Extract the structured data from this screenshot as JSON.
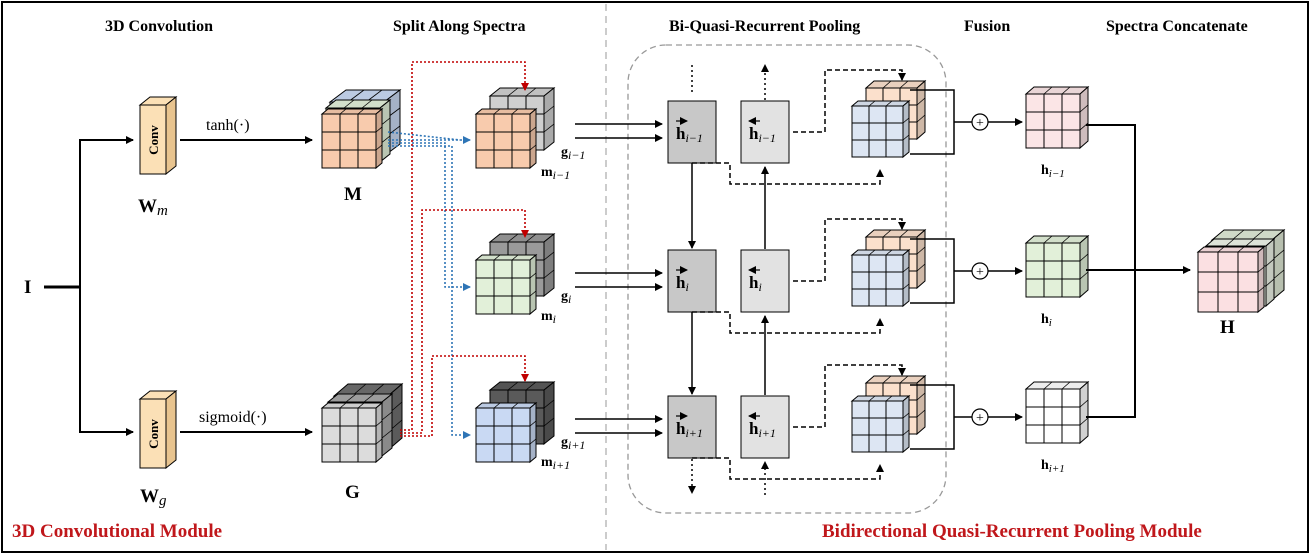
{
  "headers": {
    "conv3d": "3D Convolution",
    "split": "Split Along Spectra",
    "biqrnn": "Bi-Quasi-Recurrent Pooling",
    "fusion": "Fusion",
    "concat": "Spectra Concatenate"
  },
  "modules": {
    "left": "3D Convolutional Module",
    "right": "Bidirectional Quasi-Recurrent Pooling Module"
  },
  "input_label": "I",
  "conv_block_text": "Conv",
  "weights": {
    "wm": "W",
    "wm_sub": "m",
    "wg": "W",
    "wg_sub": "g"
  },
  "activations": {
    "top": "tanh(·)",
    "bottom": "sigmoid(·)"
  },
  "tensors": {
    "M": "M",
    "G": "G",
    "H": "H"
  },
  "rows": [
    {
      "m": "m",
      "sub": "i−1",
      "g": "g",
      "h": "h"
    },
    {
      "m": "m",
      "sub": "i",
      "g": "g",
      "h": "h"
    },
    {
      "m": "m",
      "sub": "i+1",
      "g": "g",
      "h": "h"
    }
  ],
  "fusion_symbol": "+",
  "colors": {
    "orange": "#f8cbad",
    "green": "#e2f0d9",
    "blue": "#c9d9f3",
    "gray": "#dcdcdc",
    "pink": "#fbe5e6",
    "red_text": "#c0171b",
    "conv_tan": "#fbe0b6",
    "node_gray": "#c8c8c8",
    "blue_arrow": "#2e75b6",
    "red_arrow": "#c00000"
  }
}
